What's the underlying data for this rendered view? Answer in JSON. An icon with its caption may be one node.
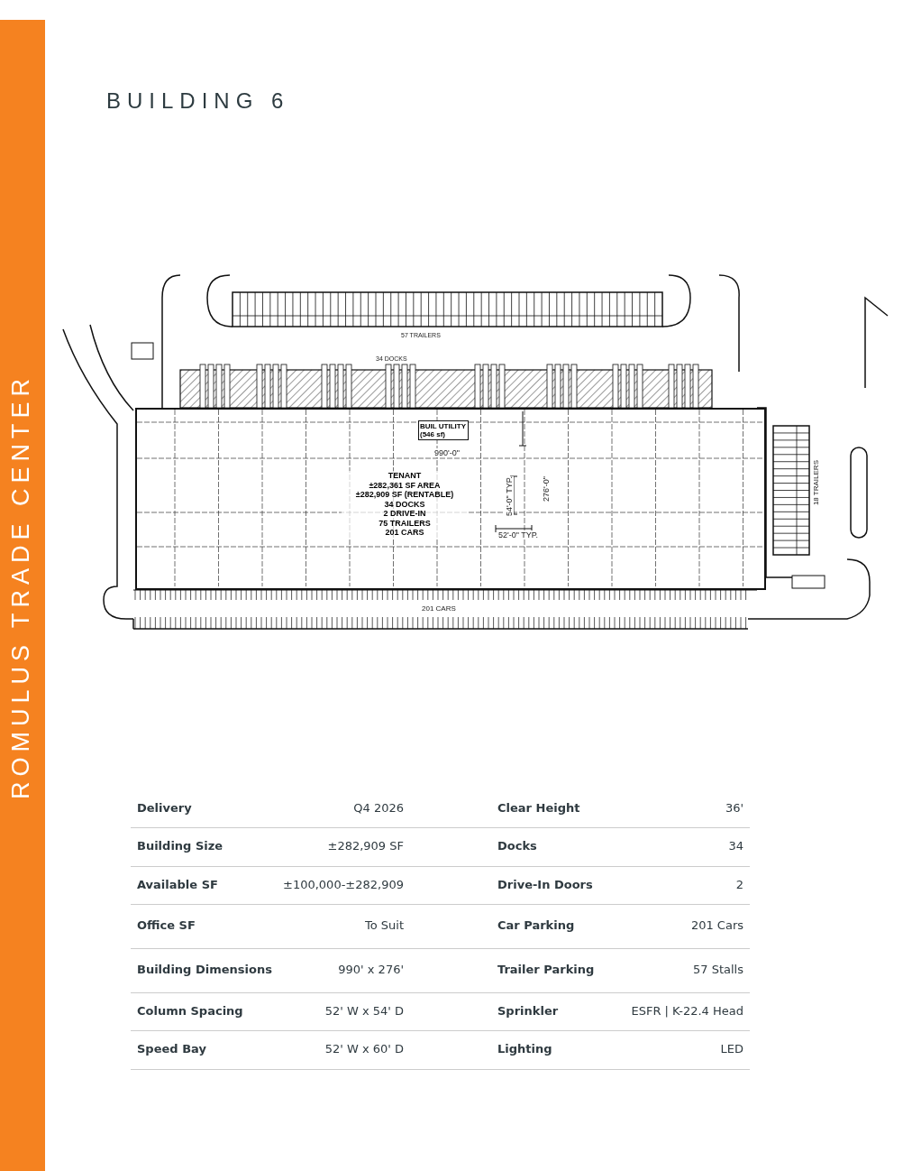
{
  "diagram": {
    "title": "BUILDING 6",
    "nodes": [
      {
        "text": [
          "TENANT",
          "±282,361 SF AREA",
          "±282,909 SF (RENTABLE)",
          "34 DOCKS",
          "2 DRIVE-IN",
          "75 TRAILERS",
          "201 CARS"
        ]
      },
      {
        "text": [
          "BUIL UTILITY (546 sf)"
        ],
        "in": 0
      }
    ],
    "labels": [
      "ROMULUS TRADE CENTER",
      "57 TRAILERS",
      "34 DOCKS",
      "990'-0\"",
      "54'-0\" TYP.",
      "276'-0\"",
      "52'-0\" TYP.",
      "18 TRAILERS",
      "201 CARS",
      "Delivery",
      "Q4 2026",
      "Clear Height",
      "36'",
      "Building Size",
      "±282,909 SF",
      "Docks",
      "34",
      "Available SF",
      "±100,000-±282,909",
      "Drive-In Doors",
      "2",
      "Office SF",
      "To Suit",
      "Car Parking",
      "201 Cars",
      "Building Dimensions",
      "990' x 276'",
      "Trailer Parking",
      "57 Stalls",
      "Column Spacing",
      "52' W x 54' D",
      "Sprinkler",
      "ESFR | K-22.4 Head",
      "Speed Bay",
      "52' W x 60' D",
      "Lighting",
      "LED"
    ]
  }
}
